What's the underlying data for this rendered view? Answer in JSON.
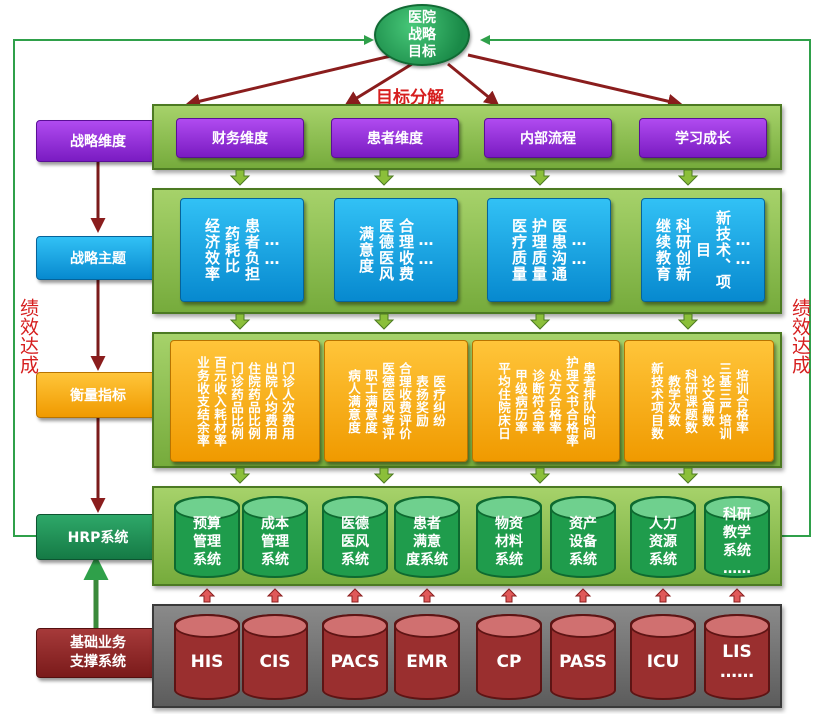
{
  "goal": {
    "label": "医院\n战略\n目标"
  },
  "decompose_label": "目标分解",
  "side_label": "绩效达成",
  "left_labels": {
    "strategy_dimension": "战略维度",
    "strategy_theme": "战略主题",
    "measure_indicator": "衡量指标",
    "hrp_system": "HRP系统",
    "base_support": "基础业务\n支撑系统"
  },
  "dimensions": [
    "财务维度",
    "患者维度",
    "内部流程",
    "学习成长"
  ],
  "themes": [
    [
      "经济效率",
      "药耗比",
      "患者负担",
      "……"
    ],
    [
      "满意度",
      "医德医风",
      "合理收费",
      "……"
    ],
    [
      "医疗质量",
      "护理质量",
      "医患沟通",
      "……"
    ],
    [
      "继续教育",
      "科研创新",
      "新技术、项目",
      "……"
    ]
  ],
  "indicators": [
    [
      "业务收支结余率",
      "百元收入耗材率",
      "门诊药品比例",
      "住院药品比例",
      "出院人均费用",
      "门诊人次费用"
    ],
    [
      "病人满意度",
      "职工满意度",
      "医德医风考评",
      "合理收费评价",
      "表扬奖励",
      "医疗纠纷"
    ],
    [
      "平均住院床日",
      "甲级病历率",
      "诊断符合率",
      "处方合格率",
      "护理文书合格率",
      "患者排队时间"
    ],
    [
      "新技术项目数",
      "教学次数",
      "科研课题数",
      "论文篇数",
      "三基三严培训",
      "培训合格率"
    ]
  ],
  "hrp_modules": [
    "预算\n管理\n系统",
    "成本\n管理\n系统",
    "医德\n医风\n系统",
    "患者\n满意\n度系统",
    "物资\n材料\n系统",
    "资产\n设备\n系统",
    "人力\n资源\n系统",
    "科研\n教学\n系统\n……"
  ],
  "base_systems": [
    "HIS",
    "CIS",
    "PACS",
    "EMR",
    "CP",
    "PASS",
    "ICU",
    "LIS\n……"
  ],
  "colors": {
    "green_band": "#8cc152",
    "purple": "#8e2bd6",
    "blue": "#1aa7e6",
    "orange": "#f5a800",
    "dark_green": "#1d8f52",
    "maroon": "#8e2323",
    "red_text": "#d61f1f",
    "flow_line": "#2fa04a",
    "arrow_dark_red": "#7b1b1b"
  }
}
